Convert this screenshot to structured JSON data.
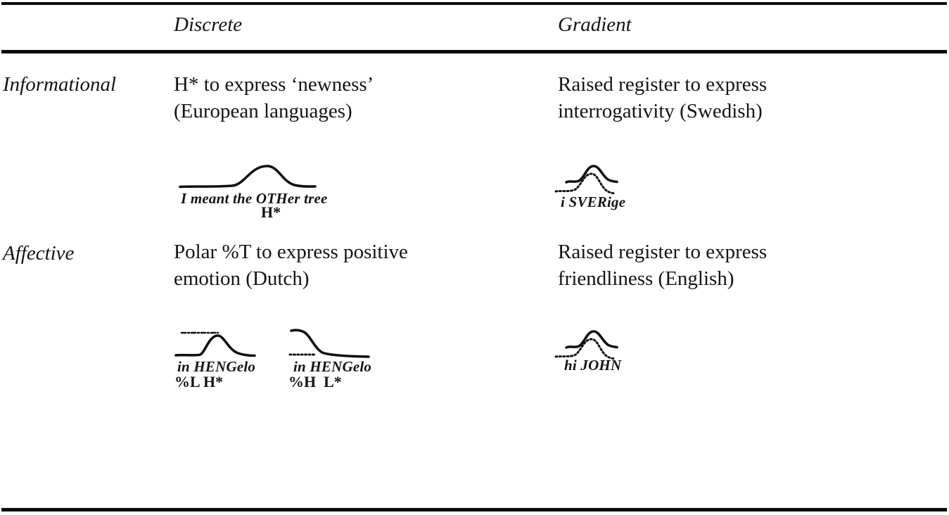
{
  "colors": {
    "ink": "#141414",
    "rule": "#0a0a0a",
    "background": "#ffffff"
  },
  "header": {
    "discrete": "Discrete",
    "gradient": "Gradient"
  },
  "rows": {
    "informational": {
      "label": "Informational",
      "discrete": {
        "line1": "H* to express ‘newness’",
        "line2": "(European languages)",
        "caption": "I meant the OTHer tree",
        "tone": "H*"
      },
      "gradient": {
        "line1": "Raised register to express",
        "line2": "interrogativity (Swedish)",
        "caption": "i SVERige"
      }
    },
    "affective": {
      "label": "Affective",
      "discrete": {
        "line1": "Polar %T to express positive",
        "line2": "emotion (Dutch)",
        "contour1": {
          "caption": "in HENGelo",
          "tone": "%L H*"
        },
        "contour2": {
          "caption": "in HENGelo",
          "tone": "%H  L*"
        }
      },
      "gradient": {
        "line1": "Raised register to express",
        "line2": "friendliness (English)",
        "caption": "hi JOHN"
      }
    }
  },
  "figures": [
    {
      "name": "pitch-contour-h-star-peak",
      "style": "solid bell curve, late peak"
    },
    {
      "name": "pitch-contour-raised-register-swedish",
      "style": "solid raised curve over dotted normal-register curve"
    },
    {
      "name": "pitch-contour-polar-rise",
      "style": "dashed high reference line, solid low-rise-fall curve"
    },
    {
      "name": "pitch-contour-polar-fall",
      "style": "solid high-fall curve, dotted low reference line"
    },
    {
      "name": "pitch-contour-raised-register-english",
      "style": "solid raised curve over dotted normal-register curve"
    }
  ]
}
